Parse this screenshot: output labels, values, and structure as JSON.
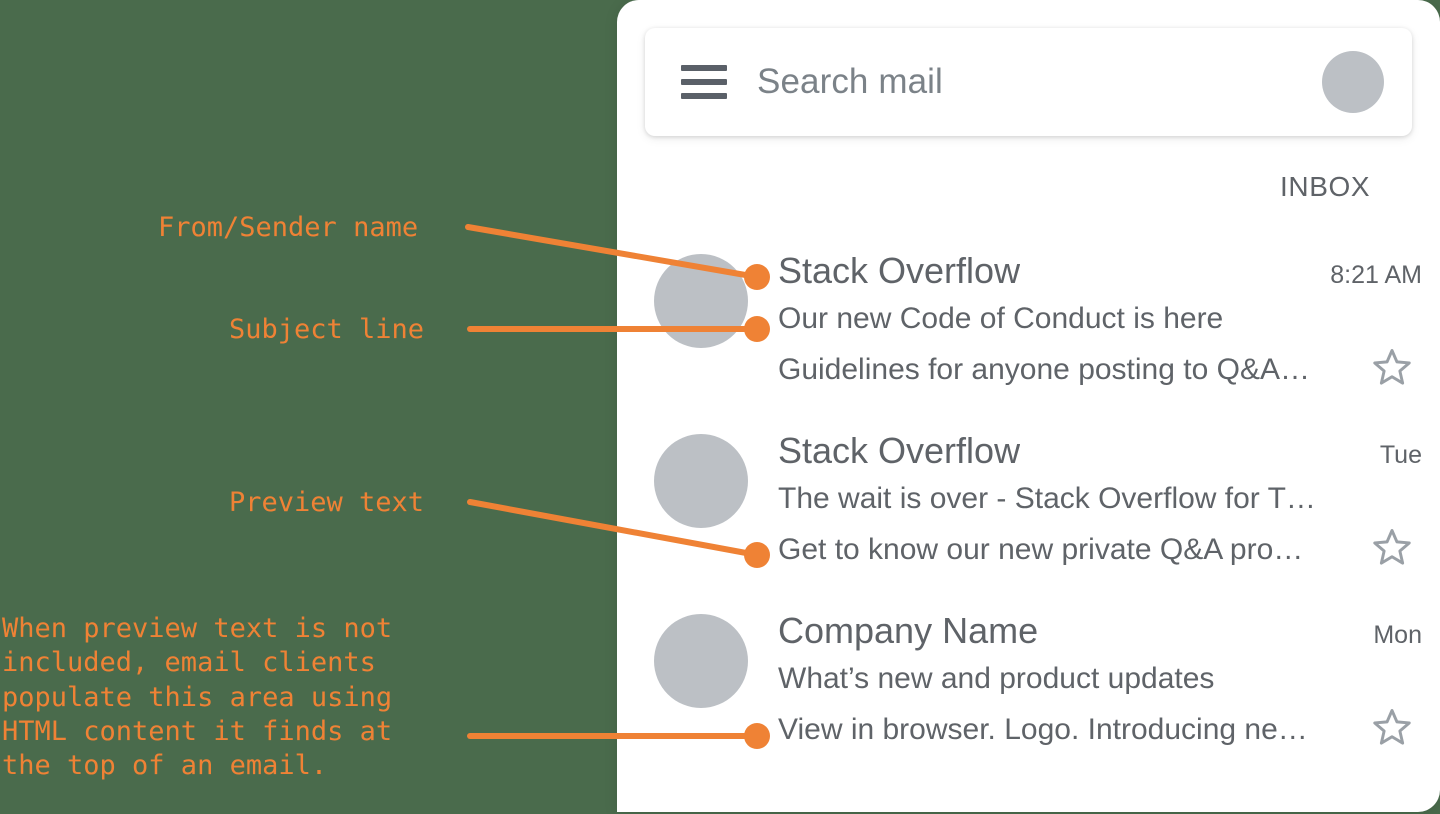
{
  "theme": {
    "background_color": "#4a6b4c",
    "panel_color": "#ffffff",
    "accent_color": "#ef8235",
    "text_color": "#5f6368",
    "avatar_color": "#bcc0c5",
    "icon_color": "#5a6068"
  },
  "header": {
    "menu_icon": "hamburger-menu-icon",
    "search_placeholder": "Search mail",
    "avatar": "user-avatar"
  },
  "section": {
    "label": "INBOX"
  },
  "emails": [
    {
      "avatar": "sender-avatar",
      "sender": "Stack Overflow",
      "timestamp": "8:21 AM",
      "subject": "Our new Code of Conduct is here",
      "preview": "Guidelines for anyone posting to Q&A…",
      "star": "star-outline-icon"
    },
    {
      "avatar": "sender-avatar",
      "sender": "Stack Overflow",
      "timestamp": "Tue",
      "subject": "The wait is over - Stack Overflow for T…",
      "preview": "Get to know our new private Q&A pro…",
      "star": "star-outline-icon"
    },
    {
      "avatar": "sender-avatar",
      "sender": "Company Name",
      "timestamp": "Mon",
      "subject": "What’s new and product updates",
      "preview": "View in browser. Logo. Introducing ne…",
      "star": "star-outline-icon"
    }
  ],
  "annotations": [
    {
      "id": "from-sender-name",
      "text": "From/Sender name"
    },
    {
      "id": "subject-line",
      "text": "Subject line"
    },
    {
      "id": "preview-text",
      "text": "Preview text"
    },
    {
      "id": "preview-fallback-note",
      "text": "When preview text is not\nincluded, email clients\npopulate this area using\nHTML content it finds at\nthe top of an email."
    }
  ]
}
